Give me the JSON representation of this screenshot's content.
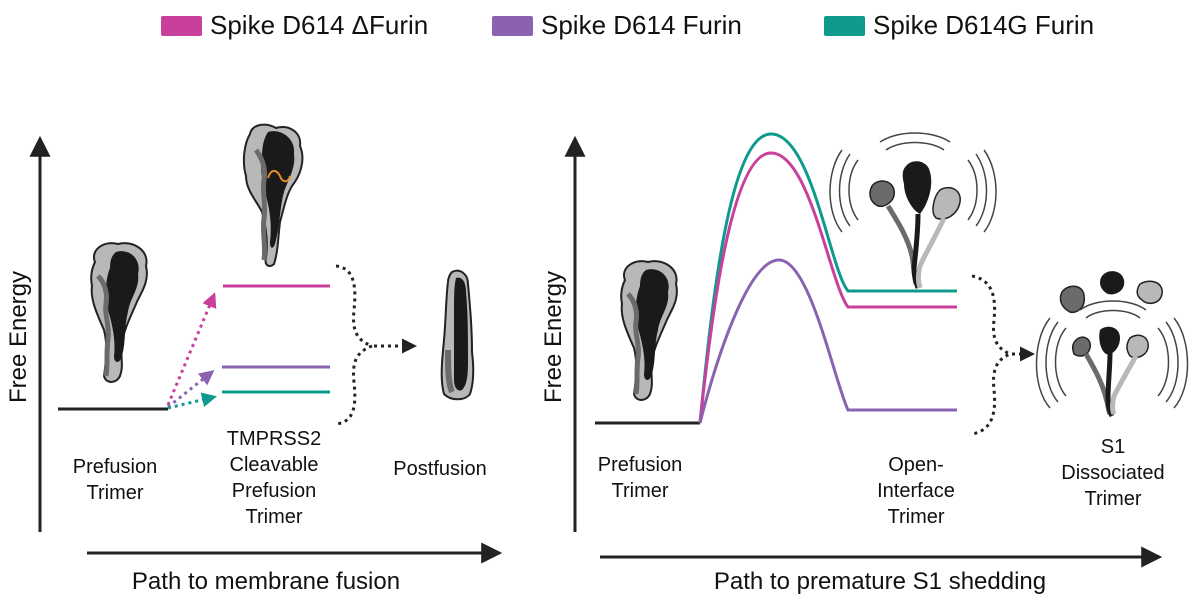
{
  "legend": [
    {
      "label": "Spike D614 ΔFurin",
      "color": "#c93f9c"
    },
    {
      "label": "Spike D614 Furin",
      "color": "#8a62b0"
    },
    {
      "label": "Spike D614G Furin",
      "color": "#0e9b8e"
    }
  ],
  "colors": {
    "axis": "#222222",
    "baseline": "#222222",
    "protein_dark": "#1a1a1a",
    "protein_mid": "#6b6b6b",
    "protein_light": "#b8b8b8",
    "loop": "#e08a2a"
  },
  "left_panel": {
    "y_axis_label": "Free Energy",
    "x_axis_label": "Path to membrane fusion",
    "states": {
      "prefusion": [
        "Prefusion",
        "Trimer"
      ],
      "cleavable": [
        "TMPRSS2",
        "Cleavable",
        "Prefusion",
        "Trimer"
      ],
      "postfusion": [
        "Postfusion"
      ]
    },
    "icons": [
      "prefusion-trimer-structure",
      "cleavable-trimer-structure",
      "postfusion-structure"
    ]
  },
  "right_panel": {
    "y_axis_label": "Free Energy",
    "x_axis_label": "Path to premature S1 shedding",
    "states": {
      "prefusion": [
        "Prefusion",
        "Trimer"
      ],
      "open": [
        "Open-",
        "Interface",
        "Trimer"
      ],
      "dissociated": [
        "S1",
        "Dissociated",
        "Trimer"
      ]
    },
    "icons": [
      "prefusion-trimer-structure",
      "open-interface-trimer-structure",
      "s1-dissociated-trimer-structure"
    ]
  }
}
